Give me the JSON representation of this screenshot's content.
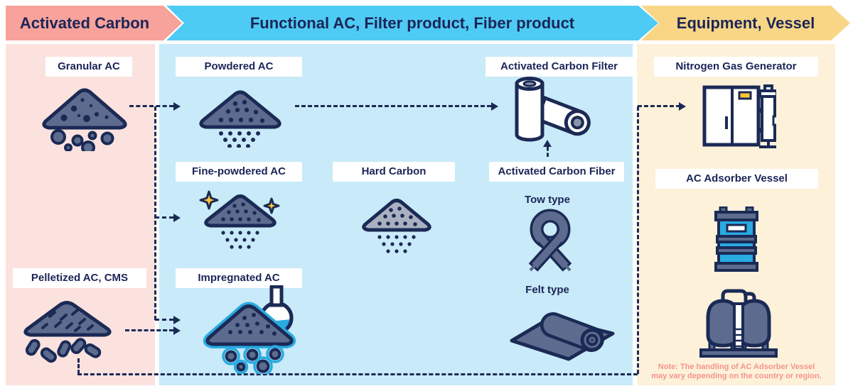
{
  "headers": [
    {
      "id": "activated-carbon",
      "label": "Activated Carbon"
    },
    {
      "id": "functional",
      "label": "Functional AC, Filter product, Fiber product"
    },
    {
      "id": "equipment",
      "label": "Equipment, Vessel"
    }
  ],
  "columns": {
    "activated_carbon": {
      "granular_label": "Granular AC",
      "pelletized_label": "Pelletized AC, CMS"
    },
    "functional": {
      "powdered_label": "Powdered AC",
      "fine_powdered_label": "Fine-powdered AC",
      "hard_carbon_label": "Hard Carbon",
      "impregnated_label": "Impregnated AC",
      "filter_label": "Activated Carbon Filter",
      "fiber_label": "Activated Carbon Fiber",
      "tow_label": "Tow type",
      "felt_label": "Felt type"
    },
    "equipment": {
      "generator_label": "Nitrogen Gas Generator",
      "adsorber_label": "AC Adsorber Vessel",
      "note_line1": "Note: The handling of AC Adsorber Vessel",
      "note_line2": "may vary depending on the country or region."
    }
  },
  "icons": [
    "granular-ac-pile-icon",
    "pelletized-ac-pile-icon",
    "powdered-ac-pile-icon",
    "fine-powdered-ac-pile-icon",
    "hard-carbon-pile-icon",
    "impregnated-ac-pile-icon",
    "carbon-filter-cartridges-icon",
    "fiber-tow-ribbon-icon",
    "fiber-felt-roll-icon",
    "nitrogen-gas-generator-icon",
    "ac-drum-vessel-icon",
    "twin-adsorber-vessels-icon"
  ],
  "colors": {
    "navy": "#1b2a55",
    "header_pink": "#f7a29a",
    "header_cyan": "#4ecbf4",
    "header_yellow": "#f8d685",
    "panel_pink": "#fbe2df",
    "panel_blue": "#c9eaf8",
    "panel_yellow": "#fdf1da",
    "slate_fill": "#5d6c8e",
    "hard_carbon_fill": "#a9b0bf",
    "cyan_accent": "#29abe2",
    "gold": "#ffc633",
    "note_salmon": "#f5948c"
  }
}
